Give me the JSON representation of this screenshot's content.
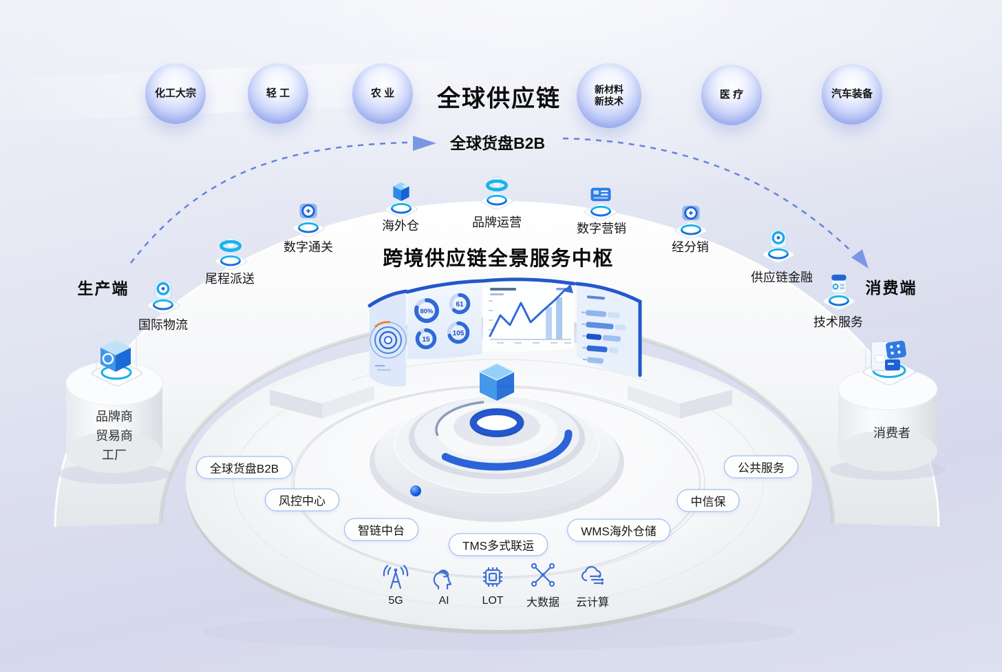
{
  "header": {
    "title": "全球供应链",
    "flow_label": "全球货盘B2B"
  },
  "industries": [
    {
      "label": "化工大宗"
    },
    {
      "label": "轻 工"
    },
    {
      "label": "农 业"
    },
    {
      "label": "新材料\n新技术"
    },
    {
      "label": "医 疗"
    },
    {
      "label": "汽车装备"
    }
  ],
  "endpoints": {
    "producer": "生产端",
    "consumer": "消费端"
  },
  "hub": {
    "title": "跨境供应链全景服务中枢"
  },
  "arc_services": [
    {
      "label": "国际物流"
    },
    {
      "label": "尾程派送"
    },
    {
      "label": "数字通关"
    },
    {
      "label": "海外仓"
    },
    {
      "label": "品牌运营"
    },
    {
      "label": "数字营销"
    },
    {
      "label": "经分销"
    },
    {
      "label": "供应链金融"
    },
    {
      "label": "技术服务"
    }
  ],
  "cylinders": {
    "left_label": "品牌商\n贸易商\n工厂",
    "right_label": "消费者"
  },
  "platform_pills": [
    {
      "label": "全球货盘B2B"
    },
    {
      "label": "风控中心"
    },
    {
      "label": "智链中台"
    },
    {
      "label": "TMS多式联运"
    },
    {
      "label": "WMS海外仓储"
    },
    {
      "label": "中信保"
    },
    {
      "label": "公共服务"
    }
  ],
  "tech_stack": [
    {
      "label": "5G"
    },
    {
      "label": "AI"
    },
    {
      "label": "LOT"
    },
    {
      "label": "大数据"
    },
    {
      "label": "云计算"
    }
  ],
  "dashboard": {
    "donuts": [
      {
        "value": "80%"
      },
      {
        "value": "61"
      },
      {
        "value": "15"
      },
      {
        "value": "105"
      }
    ]
  },
  "colors": {
    "accent_blue": "#2b63d8",
    "screen_rim_blue": "#2457c9",
    "dashed_blue": "#6383dc",
    "sphere_edge": "#8CA0EE"
  }
}
